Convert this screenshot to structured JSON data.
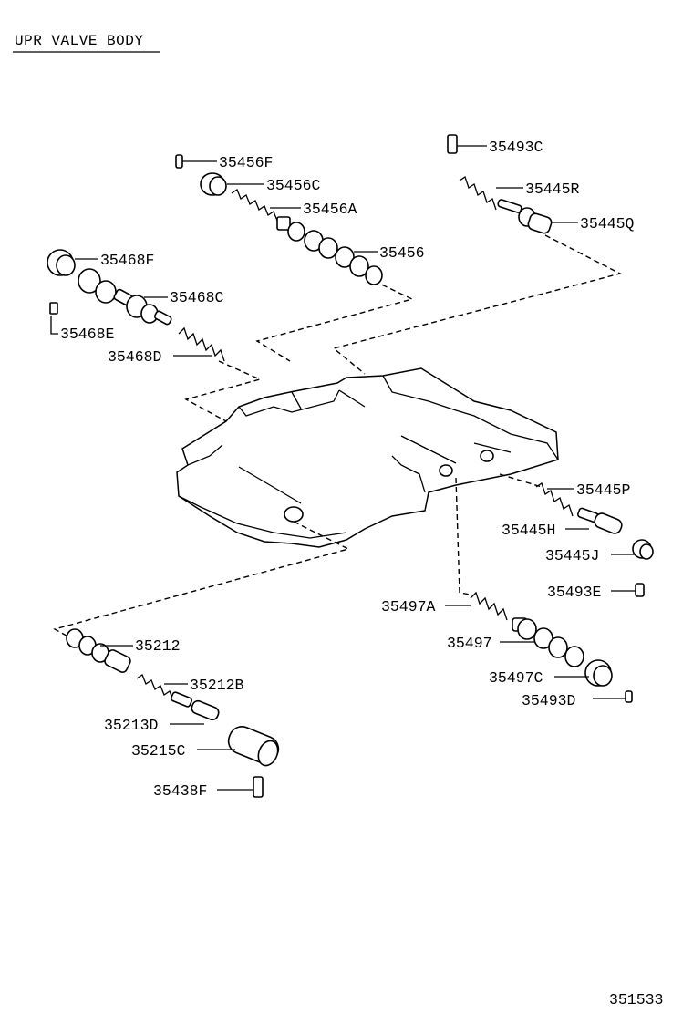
{
  "title": "UPR VALVE BODY",
  "figure_number": "351533",
  "parts": [
    "35456F",
    "35456C",
    "35456A",
    "35456",
    "35468F",
    "35468C",
    "35468E",
    "35468D",
    "35493C",
    "35445R",
    "35445Q",
    "35445P",
    "35445H",
    "35445J",
    "35493E",
    "35497A",
    "35497",
    "35497C",
    "35493D",
    "35212",
    "35212B",
    "35213D",
    "35215C",
    "35438F"
  ]
}
